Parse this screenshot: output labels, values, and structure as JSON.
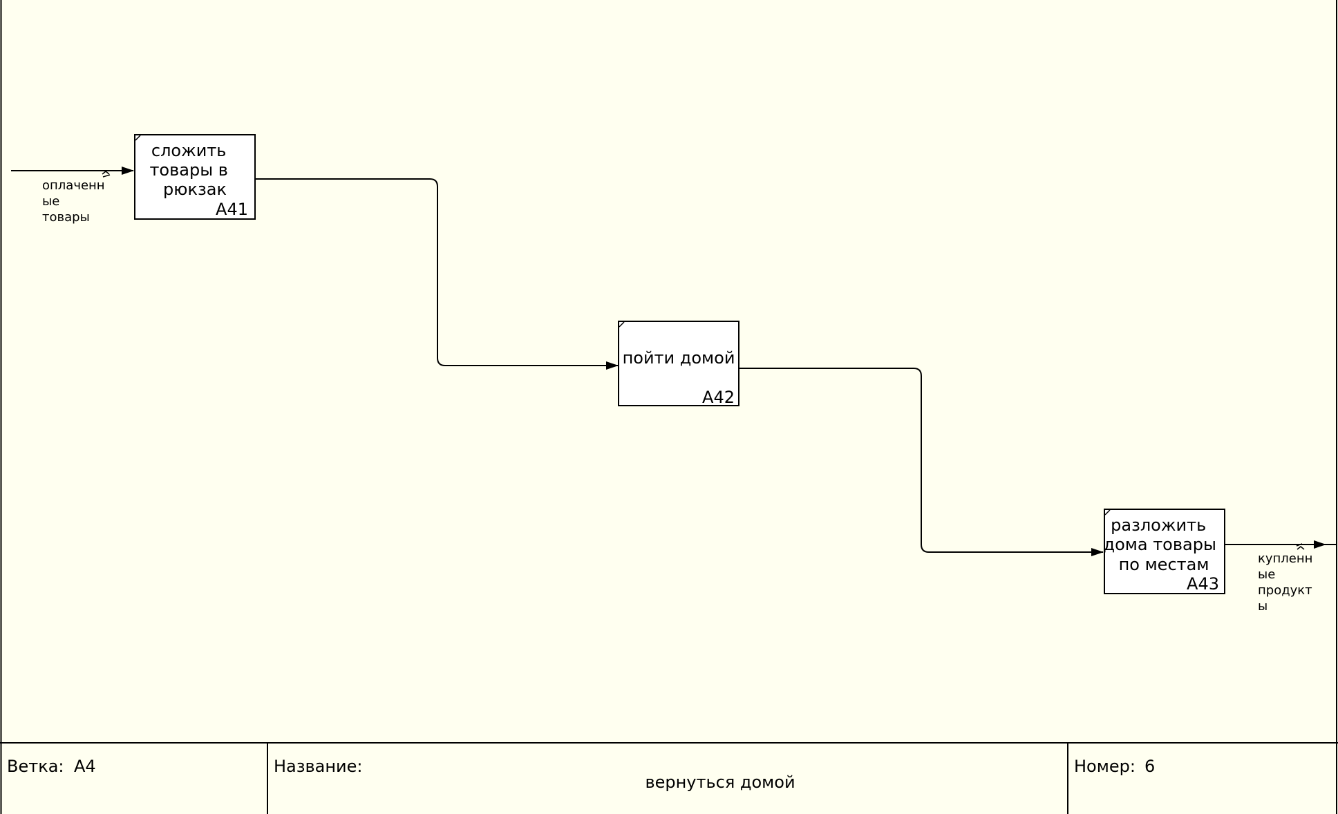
{
  "boxes": [
    {
      "id": "A41",
      "label_lines": [
        "сложить",
        "товары в",
        "рюкзак"
      ],
      "number": "A41"
    },
    {
      "id": "A42",
      "label_lines": [
        "пойти домой"
      ],
      "number": "A42"
    },
    {
      "id": "A43",
      "label_lines": [
        "разложить",
        "дома товары",
        "по местам"
      ],
      "number": "A43"
    }
  ],
  "arrows": {
    "input": {
      "label_lines": [
        "оплаченн",
        "ые",
        "товары"
      ]
    },
    "output": {
      "label_lines": [
        "купленн",
        "ые",
        "продукт",
        "ы"
      ]
    }
  },
  "frame": {
    "branch_label": "Ветка:",
    "branch_value": "A4",
    "title_label": "Название:",
    "title_value": "вернуться домой",
    "number_label": "Номер:",
    "number_value": "6"
  },
  "colors": {
    "background": "#fffff0",
    "line": "#000000",
    "box_fill": "#ffffff"
  }
}
